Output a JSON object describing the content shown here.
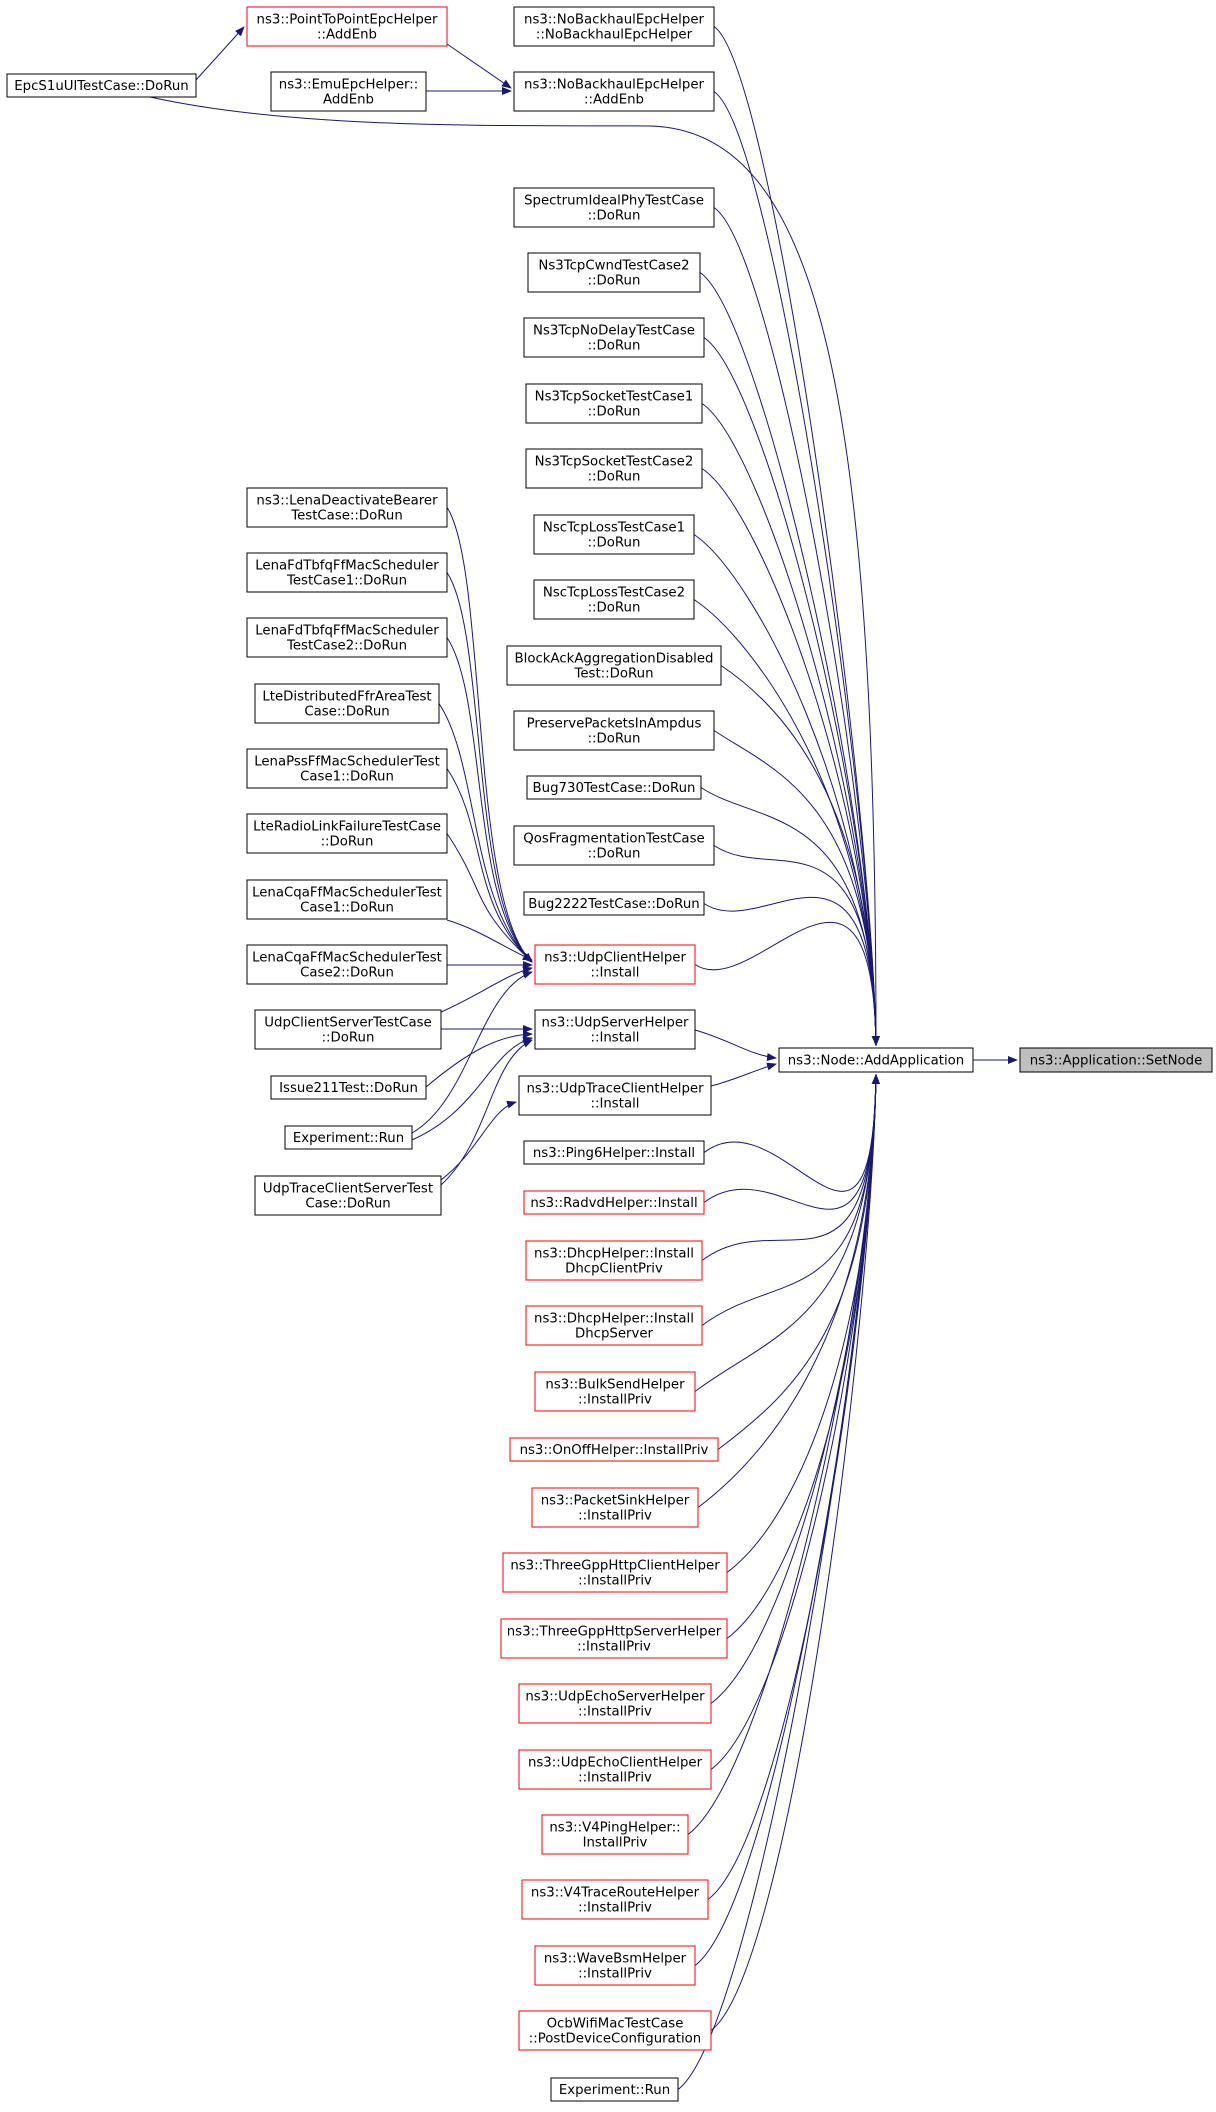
{
  "colors": {
    "edge": "#191970",
    "border_normal": "#000000",
    "border_truncated": "#ff0000",
    "target_fill": "#bfbfbf",
    "background": "#ffffff"
  },
  "nodes": {
    "set_node": [
      "ns3::Application::SetNode"
    ],
    "add_application": [
      "ns3::Node::AddApplication"
    ],
    "nobackhaul_ctor": [
      "ns3::NoBackhaulEpcHelper",
      "::NoBackhaulEpcHelper"
    ],
    "nobackhaul_addenb": [
      "ns3::NoBackhaulEpcHelper",
      "::AddEnb"
    ],
    "p2p_addenb": [
      "ns3::PointToPointEpcHelper",
      "::AddEnb"
    ],
    "emu_addenb": [
      "ns3::EmuEpcHelper::",
      "AddEnb"
    ],
    "epc_s1u": [
      "EpcS1uUlTestCase::DoRun"
    ],
    "spectrum_ideal": [
      "SpectrumIdealPhyTestCase",
      "::DoRun"
    ],
    "tcp_cwnd2": [
      "Ns3TcpCwndTestCase2",
      "::DoRun"
    ],
    "tcp_nodelay": [
      "Ns3TcpNoDelayTestCase",
      "::DoRun"
    ],
    "tcp_socket1": [
      "Ns3TcpSocketTestCase1",
      "::DoRun"
    ],
    "tcp_socket2": [
      "Ns3TcpSocketTestCase2",
      "::DoRun"
    ],
    "nsc_loss1": [
      "NscTcpLossTestCase1",
      "::DoRun"
    ],
    "nsc_loss2": [
      "NscTcpLossTestCase2",
      "::DoRun"
    ],
    "blockack": [
      "BlockAckAggregationDisabled",
      "Test::DoRun"
    ],
    "preserve": [
      "PreservePacketsInAmpdus",
      "::DoRun"
    ],
    "bug730": [
      "Bug730TestCase::DoRun"
    ],
    "qosfrag": [
      "QosFragmentationTestCase",
      "::DoRun"
    ],
    "bug2222": [
      "Bug2222TestCase::DoRun"
    ],
    "lena_deact": [
      "ns3::LenaDeactivateBearer",
      "TestCase::DoRun"
    ],
    "lena_fdtbfq1": [
      "LenaFdTbfqFfMacScheduler",
      "TestCase1::DoRun"
    ],
    "lena_fdtbfq2": [
      "LenaFdTbfqFfMacScheduler",
      "TestCase2::DoRun"
    ],
    "lte_distffr": [
      "LteDistributedFfrAreaTest",
      "Case::DoRun"
    ],
    "lena_pss1": [
      "LenaPssFfMacSchedulerTest",
      "Case1::DoRun"
    ],
    "lte_rlf": [
      "LteRadioLinkFailureTestCase",
      "::DoRun"
    ],
    "lena_cqa1": [
      "LenaCqaFfMacSchedulerTest",
      "Case1::DoRun"
    ],
    "lena_cqa2": [
      "LenaCqaFfMacSchedulerTest",
      "Case2::DoRun"
    ],
    "udp_cs_test": [
      "UdpClientServerTestCase",
      "::DoRun"
    ],
    "issue211": [
      "Issue211Test::DoRun"
    ],
    "experiment_run1": [
      "Experiment::Run"
    ],
    "udp_trace_cs_test": [
      "UdpTraceClientServerTest",
      "Case::DoRun"
    ],
    "udp_client_helper": [
      "ns3::UdpClientHelper",
      "::Install"
    ],
    "udp_server_helper": [
      "ns3::UdpServerHelper",
      "::Install"
    ],
    "udp_trace_client_helper": [
      "ns3::UdpTraceClientHelper",
      "::Install"
    ],
    "ping6": [
      "ns3::Ping6Helper::Install"
    ],
    "radvd": [
      "ns3::RadvdHelper::Install"
    ],
    "dhcp_client": [
      "ns3::DhcpHelper::Install",
      "DhcpClientPriv"
    ],
    "dhcp_server": [
      "ns3::DhcpHelper::Install",
      "DhcpServer"
    ],
    "bulksend": [
      "ns3::BulkSendHelper",
      "::InstallPriv"
    ],
    "onoff": [
      "ns3::OnOffHelper::InstallPriv"
    ],
    "packetsink": [
      "ns3::PacketSinkHelper",
      "::InstallPriv"
    ],
    "http_client": [
      "ns3::ThreeGppHttpClientHelper",
      "::InstallPriv"
    ],
    "http_server": [
      "ns3::ThreeGppHttpServerHelper",
      "::InstallPriv"
    ],
    "udpecho_server": [
      "ns3::UdpEchoServerHelper",
      "::InstallPriv"
    ],
    "udpecho_client": [
      "ns3::UdpEchoClientHelper",
      "::InstallPriv"
    ],
    "v4ping": [
      "ns3::V4PingHelper::",
      "InstallPriv"
    ],
    "v4traceroute": [
      "ns3::V4TraceRouteHelper",
      "::InstallPriv"
    ],
    "wavebsm": [
      "ns3::WaveBsmHelper",
      "::InstallPriv"
    ],
    "ocb": [
      "OcbWifiMacTestCase",
      "::PostDeviceConfiguration"
    ],
    "experiment_run2": [
      "Experiment::Run"
    ]
  }
}
